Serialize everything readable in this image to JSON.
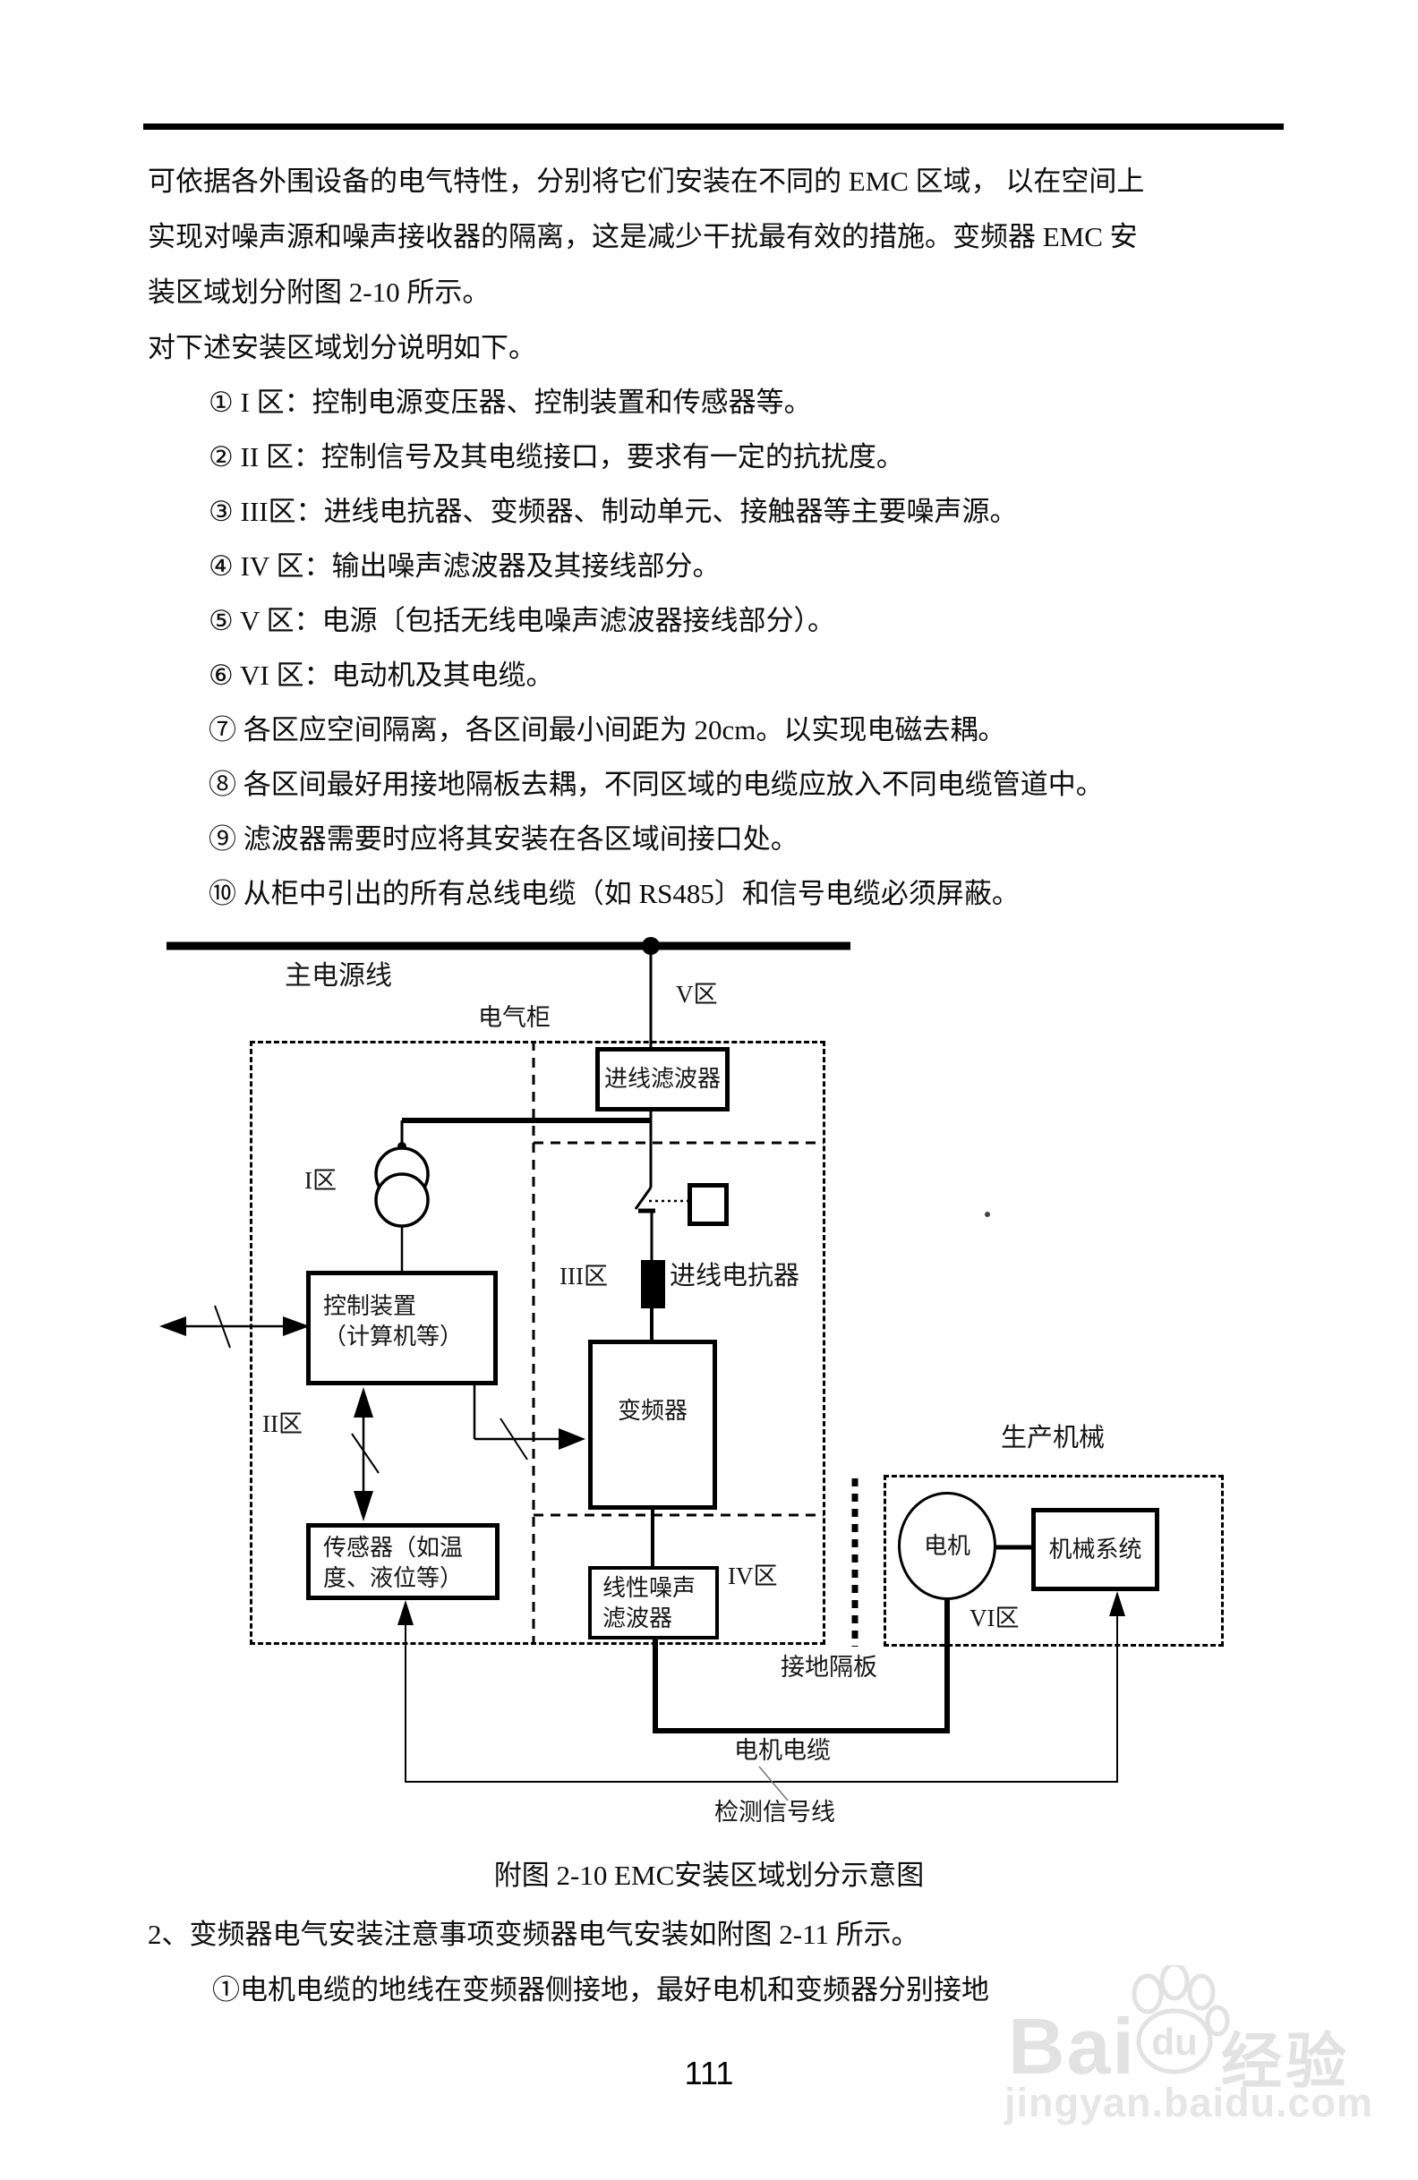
{
  "intro": {
    "lines": [
      "可依据各外围设备的电气特性，分别将它们安装在不同的 EMC 区域， 以在空间上",
      "实现对噪声源和噪声接收器的隔离，这是减少干扰最有效的措施。变频器 EMC 安",
      "装区域划分附图 2-10 所示。",
      "对下述安装区域划分说明如下。"
    ]
  },
  "list": {
    "items": [
      "① I 区：控制电源变压器、控制装置和传感器等。",
      "② II 区：控制信号及其电缆接口，要求有一定的抗扰度。",
      "③ III区：进线电抗器、变频器、制动单元、接触器等主要噪声源。",
      "④ IV 区：输出噪声滤波器及其接线部分。",
      "⑤ V 区：电源〔包括无线电噪声滤波器接线部分）。",
      "⑥ VI 区：电动机及其电缆。",
      "⑦ 各区应空间隔离，各区间最小间距为 20cm。以实现电磁去耦。",
      "⑧ 各区间最好用接地隔板去耦，不同区域的电缆应放入不同电缆管道中。",
      "⑨ 滤波器需要时应将其安装在各区域间接口处。",
      "⑩ 从柜中引出的所有总线电缆（如 RS485〕和信号电缆必须屏蔽。"
    ]
  },
  "diagram": {
    "labels": {
      "main_power_line": "主电源线",
      "zone5": "V区",
      "cabinet": "电气柜",
      "input_filter": "进线滤波器",
      "zone1": "I区",
      "zone3": "III区",
      "input_reactor": "进线电抗器",
      "control_device_line1": "控制装置",
      "control_device_line2": "（计算机等）",
      "zone2": "II区",
      "inverter": "变频器",
      "production_machinery": "生产机械",
      "sensor_line1": "传感器（如温",
      "sensor_line2": "度、液位等）",
      "linear_filter_line1": "线性噪声",
      "linear_filter_line2": "滤波器",
      "zone4": "IV区",
      "motor": "电机",
      "mech_system": "机械系统",
      "zone6": "VI区",
      "ground_partition": "接地隔板",
      "motor_cable": "电机电缆",
      "detect_signal": "检测信号线"
    },
    "caption": "附图 2-10 EMC安装区域划分示意图"
  },
  "footer": {
    "line1": "2、变频器电气安装注意事项变频器电气安装如附图 2-11 所示。",
    "line2": "①电机电缆的地线在变频器侧接地，最好电机和变频器分别接地",
    "page_number": "111"
  },
  "watermark": {
    "brand_latin1": "Bai",
    "brand_latin2": "du",
    "brand_cn": "经验",
    "url": "jingyan.baidu.com"
  },
  "colors": {
    "text": "#111111",
    "line": "#000000",
    "watermark": "#e2e2e2"
  }
}
